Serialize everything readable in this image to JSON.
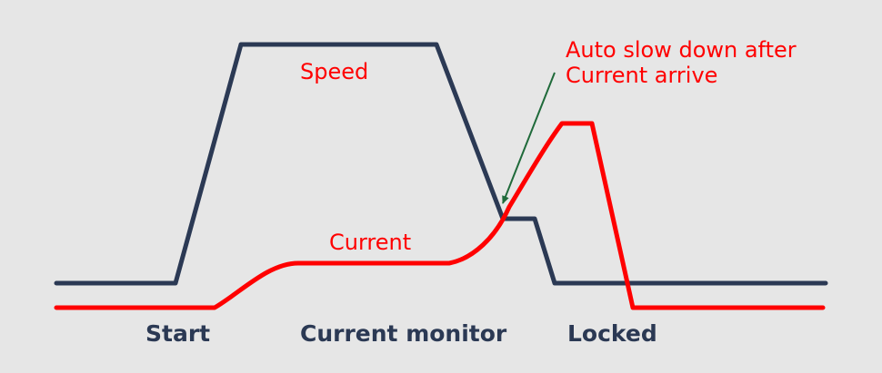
{
  "colors": {
    "background": "#e6e6e6",
    "speed_line": "#2b3954",
    "current_line": "#ff0000",
    "annotation_arrow": "#1f6a3a"
  },
  "curves": {
    "speed": {
      "label": "Speed"
    },
    "current": {
      "label": "Current"
    }
  },
  "annotation": {
    "line1": "Auto slow down after",
    "line2": "Current arrive"
  },
  "phases": {
    "start": "Start",
    "monitor": "Current monitor",
    "locked": "Locked"
  }
}
